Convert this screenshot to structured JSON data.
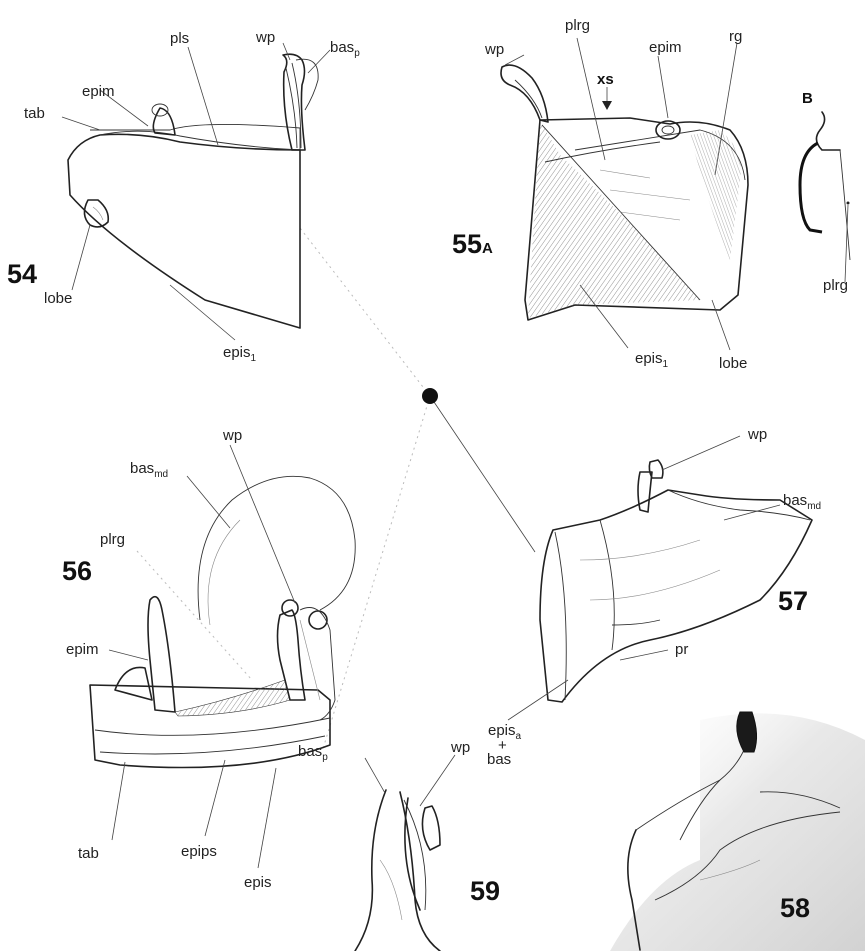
{
  "figures": {
    "f54": "54",
    "f55": "55",
    "f55_suffix": "A",
    "f55b": "B",
    "f56": "56",
    "f57": "57",
    "f58": "58",
    "f59": "59"
  },
  "labels": {
    "f54_epim": "epim",
    "f54_pls": "pls",
    "f54_wp": "wp",
    "f54_bas": "bas",
    "f54_bas_sub": "p",
    "f54_tab": "tab",
    "f54_lobe": "lobe",
    "f54_epis": "epis",
    "f54_epis_sub": "1",
    "f55_wp": "wp",
    "f55_plrg": "plrg",
    "f55_xs": "xs",
    "f55_epim": "epim",
    "f55_rg": "rg",
    "f55_epis": "epis",
    "f55_epis_sub": "1",
    "f55_lobe": "lobe",
    "f55b_plrg": "plrg",
    "f56_wp": "wp",
    "f56_bas": "bas",
    "f56_bas_sub": "md",
    "f56_plrg": "plrg",
    "f56_epim": "epim",
    "f56_tab": "tab",
    "f56_epips": "epips",
    "f56_epis": "epis",
    "f57_wp": "wp",
    "f57_bas": "bas",
    "f57_bas_sub": "md",
    "f57_pr": "pr",
    "f57_epis": "epis",
    "f57_epis_sub": "a",
    "f57_plus": "+",
    "f57_bas2": "bas",
    "f59_bas": "bas",
    "f59_bas_sub": "p",
    "f59_wp": "wp"
  },
  "colors": {
    "ink": "#222222",
    "shade": "#8a8a8a",
    "paper": "#ffffff"
  }
}
